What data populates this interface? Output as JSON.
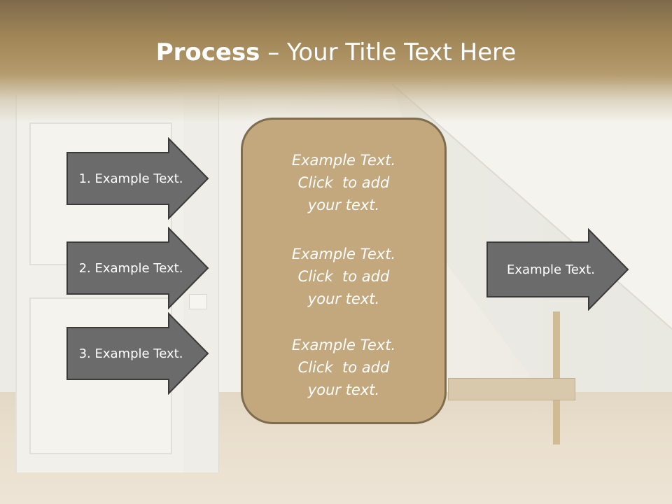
{
  "title": {
    "strong": "Process",
    "rest": " – Your Title Text Here"
  },
  "arrows_left": [
    {
      "label": "1. Example Text."
    },
    {
      "label": "2. Example Text."
    },
    {
      "label": "3. Example Text."
    }
  ],
  "arrow_right": {
    "label": "Example Text."
  },
  "center_blocks": [
    {
      "line1": "Example Text.",
      "line2": "Click  to add",
      "line3": "your text."
    },
    {
      "line1": "Example Text.",
      "line2": "Click  to add",
      "line3": "your text."
    },
    {
      "line1": "Example Text.",
      "line2": "Click  to add",
      "line3": "your text."
    }
  ],
  "colors": {
    "arrow_fill": "#6b6b6b",
    "arrow_stroke": "#3a3a3a",
    "box_fill": "#c2a87c",
    "box_stroke": "#7d6c4d",
    "title_band": "#a08657"
  }
}
